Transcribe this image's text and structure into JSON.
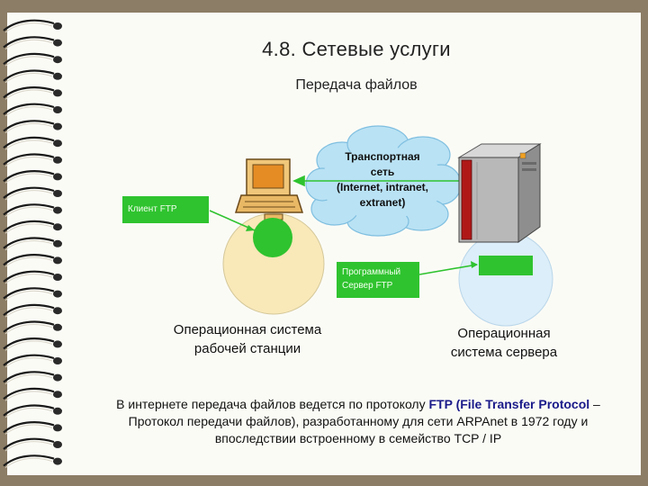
{
  "slide": {
    "title": "4.8. Сетевые услуги",
    "subtitle": "Передача файлов"
  },
  "diagram": {
    "cloud_label_1": "Транспортная",
    "cloud_label_2": "сеть",
    "cloud_label_3": "(Internet, intranet,",
    "cloud_label_4": "extranet)",
    "client_tag": "Клиент FTP",
    "server_tag_1": "Программный",
    "server_tag_2": "Сервер FTP",
    "workstation_os_1": "Операционная система",
    "workstation_os_2": "рабочей станции",
    "server_os_1": "Операционная",
    "server_os_2": "система сервера"
  },
  "caption": {
    "part1": "В интернете передача файлов ведется по протоколу ",
    "ftp": "FTP (File Transfer Protocol",
    "part2": " – Протокол передачи файлов), разработанному для сети ARPAnet в 1972 году и впоследствии встроенному в семейство TCP / IP"
  },
  "colors": {
    "background": "#8c7d66",
    "slide": "#fbfbf6",
    "green": "#2fc32f",
    "workstation_circle": "#f9e8b8",
    "server_circle": "#dceef9",
    "cloud": "#b9e2f4",
    "server_red": "#b01818"
  }
}
